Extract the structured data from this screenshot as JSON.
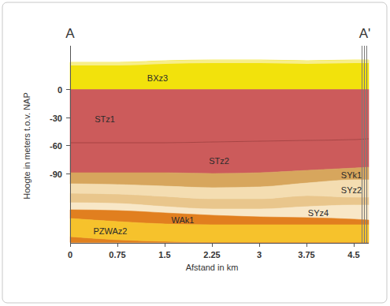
{
  "diagram": {
    "nodes": [
      {
        "text": [
          "BXz3"
        ]
      },
      {
        "text": [
          "STz1"
        ]
      },
      {
        "text": [
          "STz2"
        ]
      },
      {
        "text": [
          "SYk1"
        ]
      },
      {
        "text": [
          "SYz2"
        ]
      },
      {
        "text": [
          "SYz4"
        ]
      },
      {
        "text": [
          "WAk1"
        ]
      },
      {
        "text": [
          "PZWAz2"
        ]
      }
    ],
    "labels": [
      "A",
      "A'",
      "0",
      "-30",
      "-60",
      "-90",
      "0",
      "0.75",
      "1.5",
      "2.25",
      "3",
      "3.75",
      "4.5",
      "Hoogte in meters t.o.v. NAP",
      "Afstand in km"
    ]
  }
}
